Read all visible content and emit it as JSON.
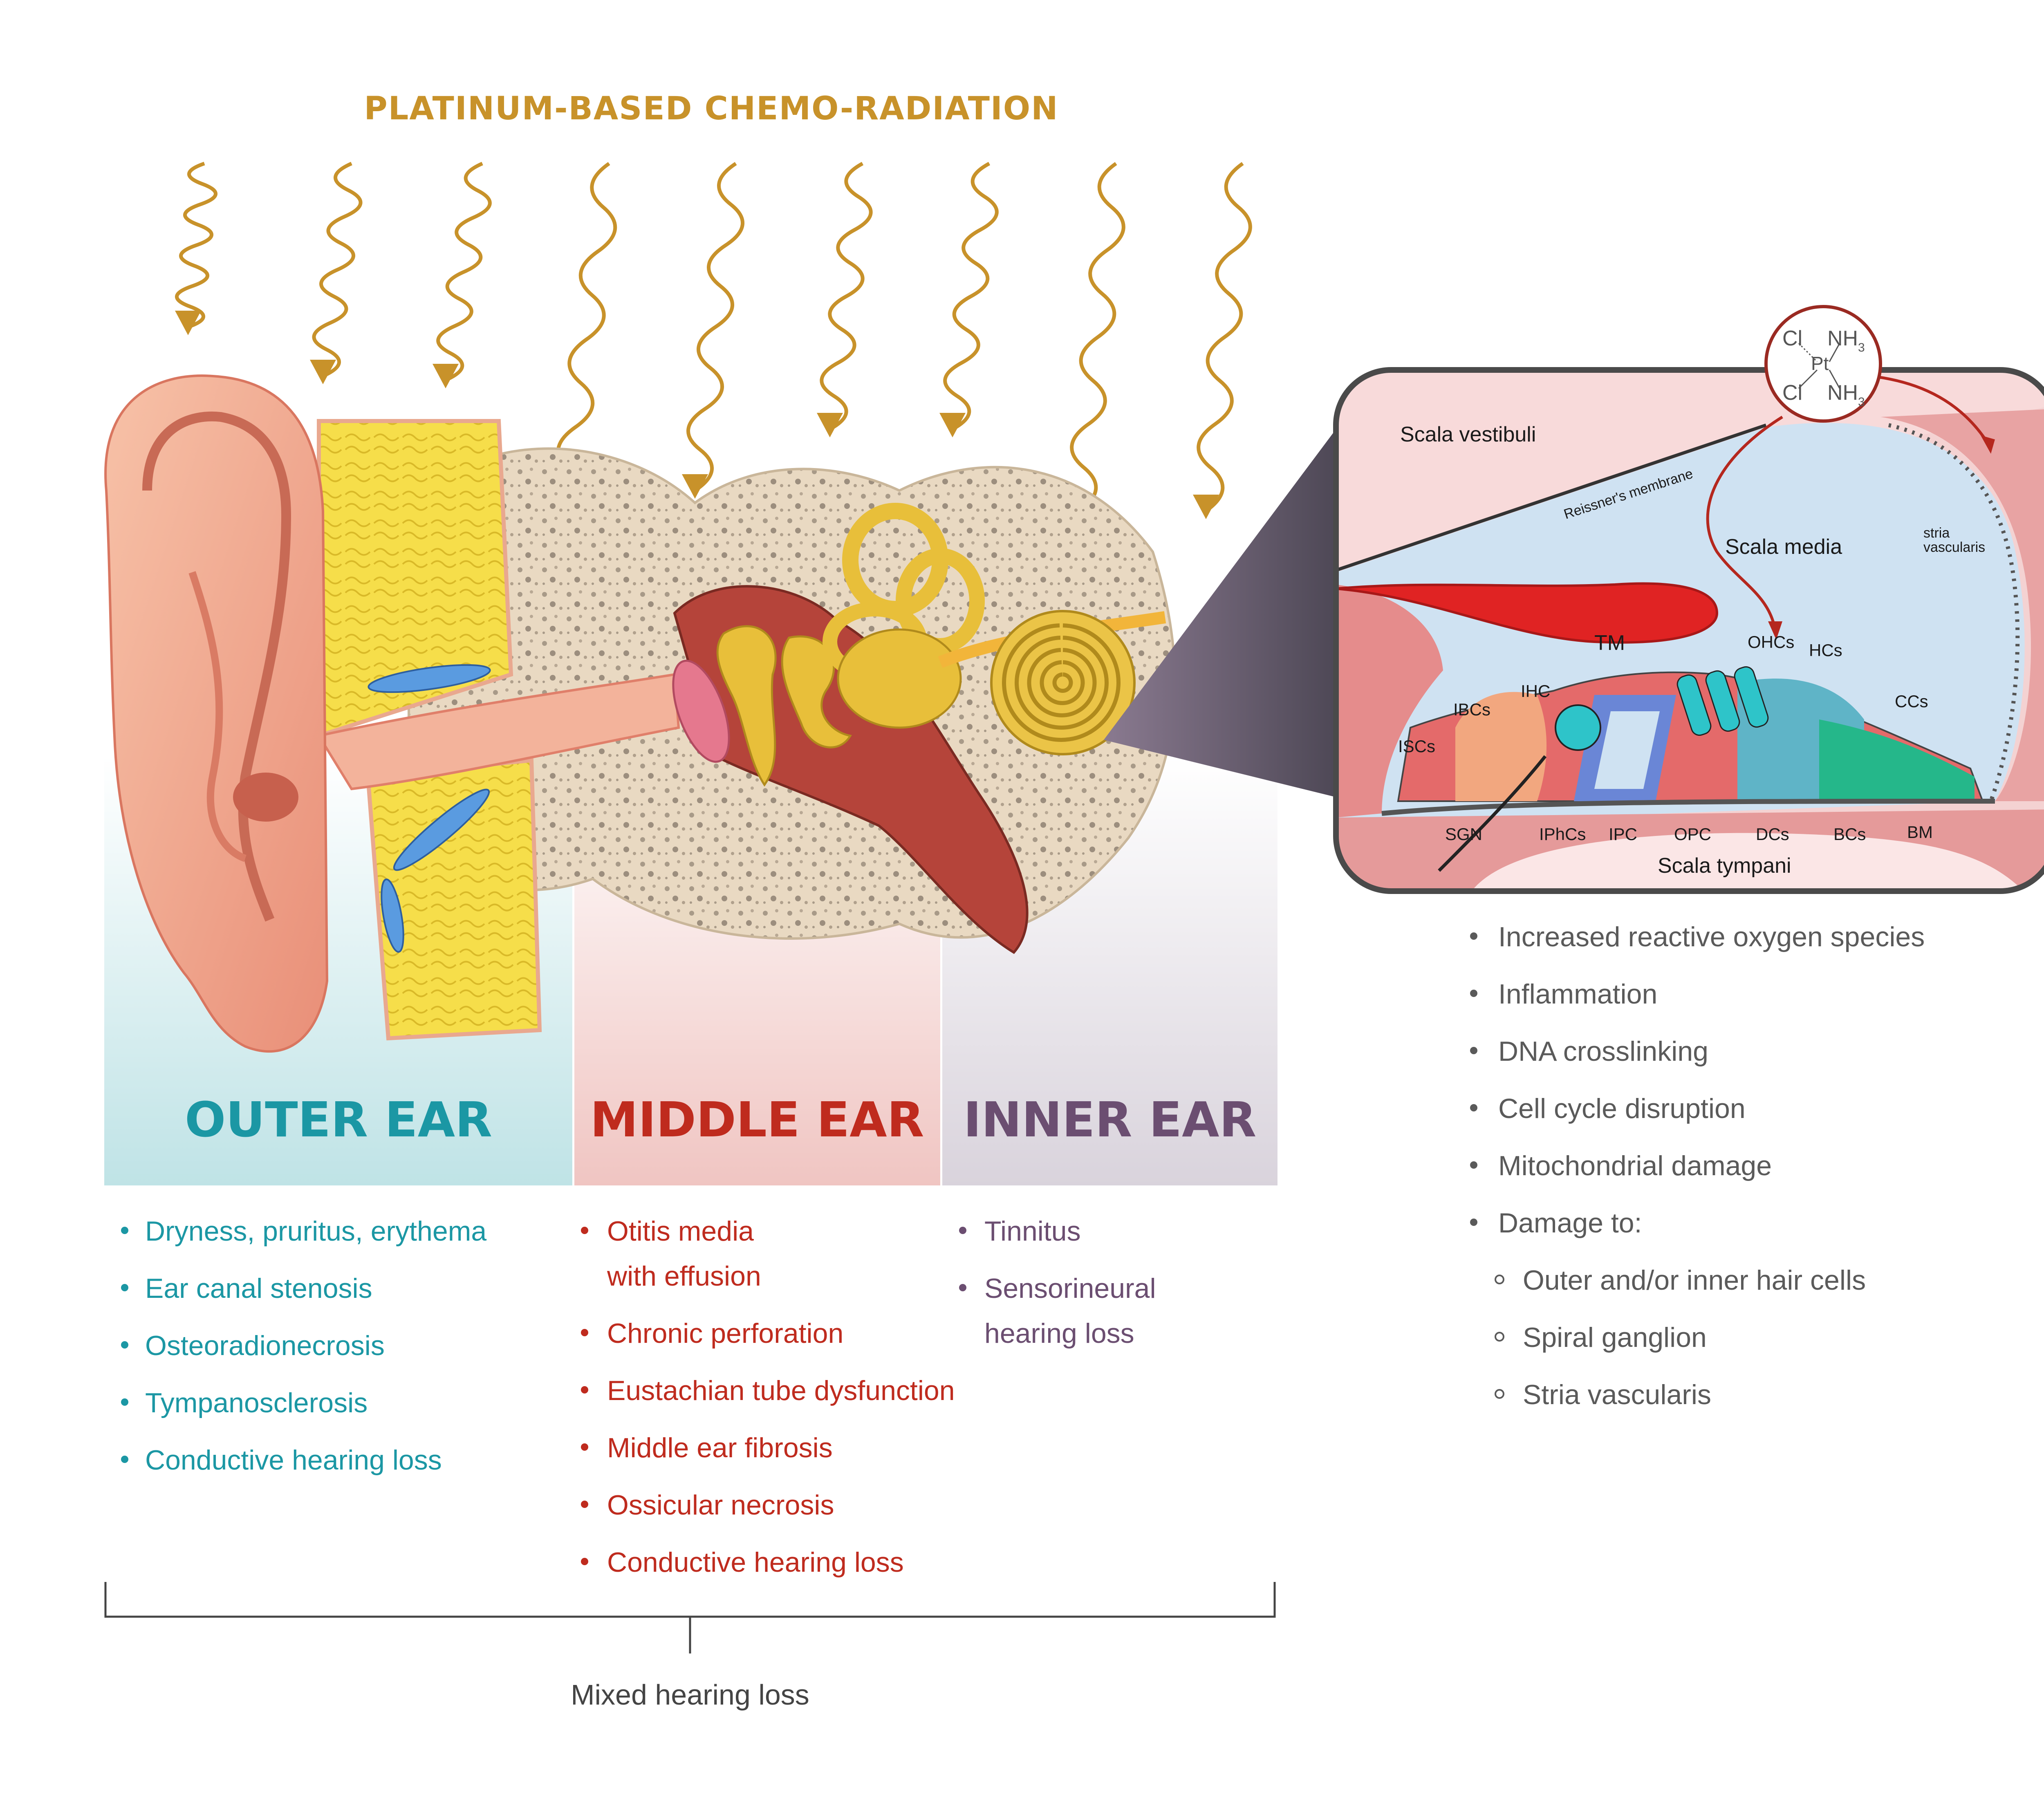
{
  "title": "PLATINUM-BASED CHEMO-RADIATION",
  "colors": {
    "gold": "#C8922A",
    "teal": "#1B97A4",
    "red": "#BF2B1E",
    "purple": "#6B4E71",
    "gray": "#5A5A5A",
    "outer_panel": "#BFE3E6",
    "middle_panel": "#F0C5C2",
    "inner_panel": "#D9D3DC"
  },
  "sections": {
    "outer": {
      "heading": "OUTER EAR",
      "items": [
        "Dryness, pruritus, erythema",
        "Ear canal stenosis",
        "Osteoradionecrosis",
        "Tympanosclerosis",
        "Conductive hearing loss"
      ]
    },
    "middle": {
      "heading": "MIDDLE EAR",
      "items": [
        "Otitis media",
        "with effusion",
        "Chronic perforation",
        "Eustachian tube dysfunction",
        "Middle ear fibrosis",
        "Ossicular necrosis",
        "Conductive hearing loss"
      ]
    },
    "inner": {
      "heading": "INNER EAR",
      "items": [
        "Tinnitus",
        "Sensorineural",
        "hearing loss"
      ]
    }
  },
  "mixed_label": "Mixed hearing loss",
  "effects": {
    "items": [
      "Increased reactive oxygen species",
      "Inflammation",
      "DNA crosslinking",
      "Cell cycle disruption",
      "Mitochondrial damage",
      "Damage to:"
    ],
    "subitems": [
      "Outer and/or inner hair cells",
      "Spiral ganglion",
      "Stria vascularis"
    ]
  },
  "molecule": {
    "cl1": "Cl",
    "cl2": "Cl",
    "nh1": "NH",
    "nh2": "NH",
    "sub": "3",
    "pt": "Pt"
  },
  "cochlea": {
    "scala_vestibuli": "Scala vestibuli",
    "reissner": "Reissner's membrane",
    "scala_media": "Scala media",
    "stria": [
      "stria",
      "vascularis"
    ],
    "scala_tympani": "Scala tympani",
    "labels": {
      "tm": "TM",
      "ohc": "OHCs",
      "hc": "HCs",
      "ihc": "IHC",
      "ibc": "IBCs",
      "isc": "ISCs",
      "cc": "CCs",
      "sgn": "SGN",
      "iphc": "IPhCs",
      "ipc": "IPC",
      "opc": "OPC",
      "dc": "DCs",
      "bc": "BCs",
      "bm": "BM"
    }
  }
}
